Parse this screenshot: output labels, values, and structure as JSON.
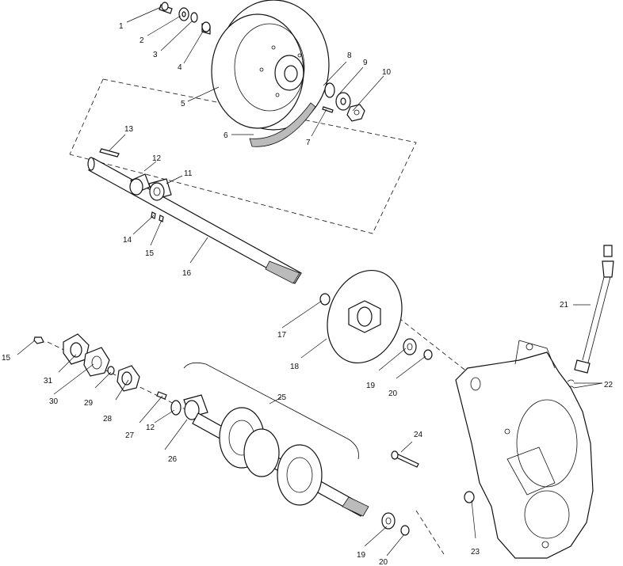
{
  "diagram": {
    "callouts": [
      {
        "id": "c1",
        "text": "1"
      },
      {
        "id": "c2",
        "text": "2"
      },
      {
        "id": "c3",
        "text": "3"
      },
      {
        "id": "c4",
        "text": "4"
      },
      {
        "id": "c5",
        "text": "5"
      },
      {
        "id": "c6",
        "text": "6"
      },
      {
        "id": "c7",
        "text": "7"
      },
      {
        "id": "c8",
        "text": "8"
      },
      {
        "id": "c9",
        "text": "9"
      },
      {
        "id": "c10",
        "text": "10"
      },
      {
        "id": "c11",
        "text": "11"
      },
      {
        "id": "c12a",
        "text": "12"
      },
      {
        "id": "c13",
        "text": "13"
      },
      {
        "id": "c14",
        "text": "14"
      },
      {
        "id": "c15a",
        "text": "15"
      },
      {
        "id": "c16",
        "text": "16"
      },
      {
        "id": "c17",
        "text": "17"
      },
      {
        "id": "c18",
        "text": "18"
      },
      {
        "id": "c19a",
        "text": "19"
      },
      {
        "id": "c20a",
        "text": "20"
      },
      {
        "id": "c21",
        "text": "21"
      },
      {
        "id": "c22",
        "text": "22"
      },
      {
        "id": "c23",
        "text": "23"
      },
      {
        "id": "c24",
        "text": "24"
      },
      {
        "id": "c25",
        "text": "25"
      },
      {
        "id": "c26",
        "text": "26"
      },
      {
        "id": "c27",
        "text": "27"
      },
      {
        "id": "c12b",
        "text": "12"
      },
      {
        "id": "c28",
        "text": "28"
      },
      {
        "id": "c29",
        "text": "29"
      },
      {
        "id": "c30",
        "text": "30"
      },
      {
        "id": "c31",
        "text": "31"
      },
      {
        "id": "c15b",
        "text": "15"
      },
      {
        "id": "c19b",
        "text": "19"
      },
      {
        "id": "c20b",
        "text": "20"
      }
    ]
  }
}
